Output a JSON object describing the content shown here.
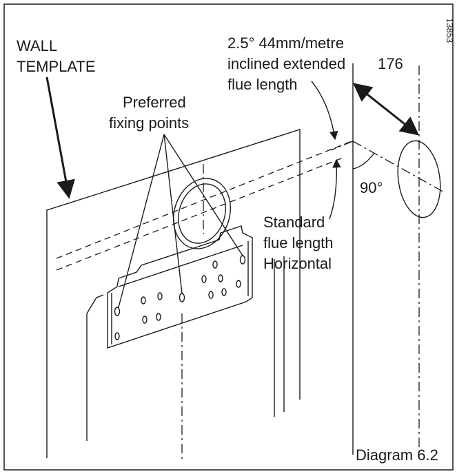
{
  "diagram": {
    "id_number": "13853",
    "labels": {
      "wall_template": [
        "WALL",
        "TEMPLATE"
      ],
      "fixing_points": [
        "Preferred",
        "fixing points"
      ],
      "inclined_flue": [
        "2.5° 44mm/metre",
        "inclined extended",
        "flue length"
      ],
      "dimension": "176",
      "angle": "90°",
      "standard_flue": [
        "Standard",
        "flue length",
        "Horizontal"
      ],
      "caption": "Diagram 6.2"
    }
  }
}
